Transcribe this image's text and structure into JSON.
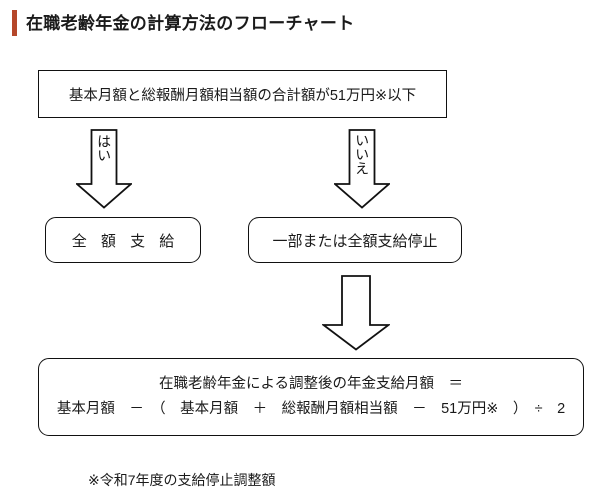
{
  "page": {
    "title": "在職老齢年金の計算方法のフローチャート",
    "accent_color": "#b5472a",
    "background_color": "#ffffff",
    "line_color": "#111111"
  },
  "flowchart": {
    "condition_box": {
      "text": "基本月額と総報酬月額相当額の合計額が51万円※以下",
      "shape": "rectangle"
    },
    "branches": [
      {
        "label": "はい",
        "direction": "down-left"
      },
      {
        "label": "いいえ",
        "direction": "down-right"
      }
    ],
    "outcome_boxes": [
      {
        "text": "全 額 支 給",
        "shape": "rounded-rectangle"
      },
      {
        "text": "一部または全額支給停止",
        "shape": "rounded-rectangle"
      }
    ],
    "formula_box": {
      "shape": "rounded-rectangle",
      "line1": "在職老齢年金による調整後の年金支給月額　＝",
      "line2": "基本月額　－　（　基本月額　＋　総報酬月額相当額　－　51万円※　）　÷　2"
    },
    "footnote": "※令和7年度の支給停止調整額"
  }
}
